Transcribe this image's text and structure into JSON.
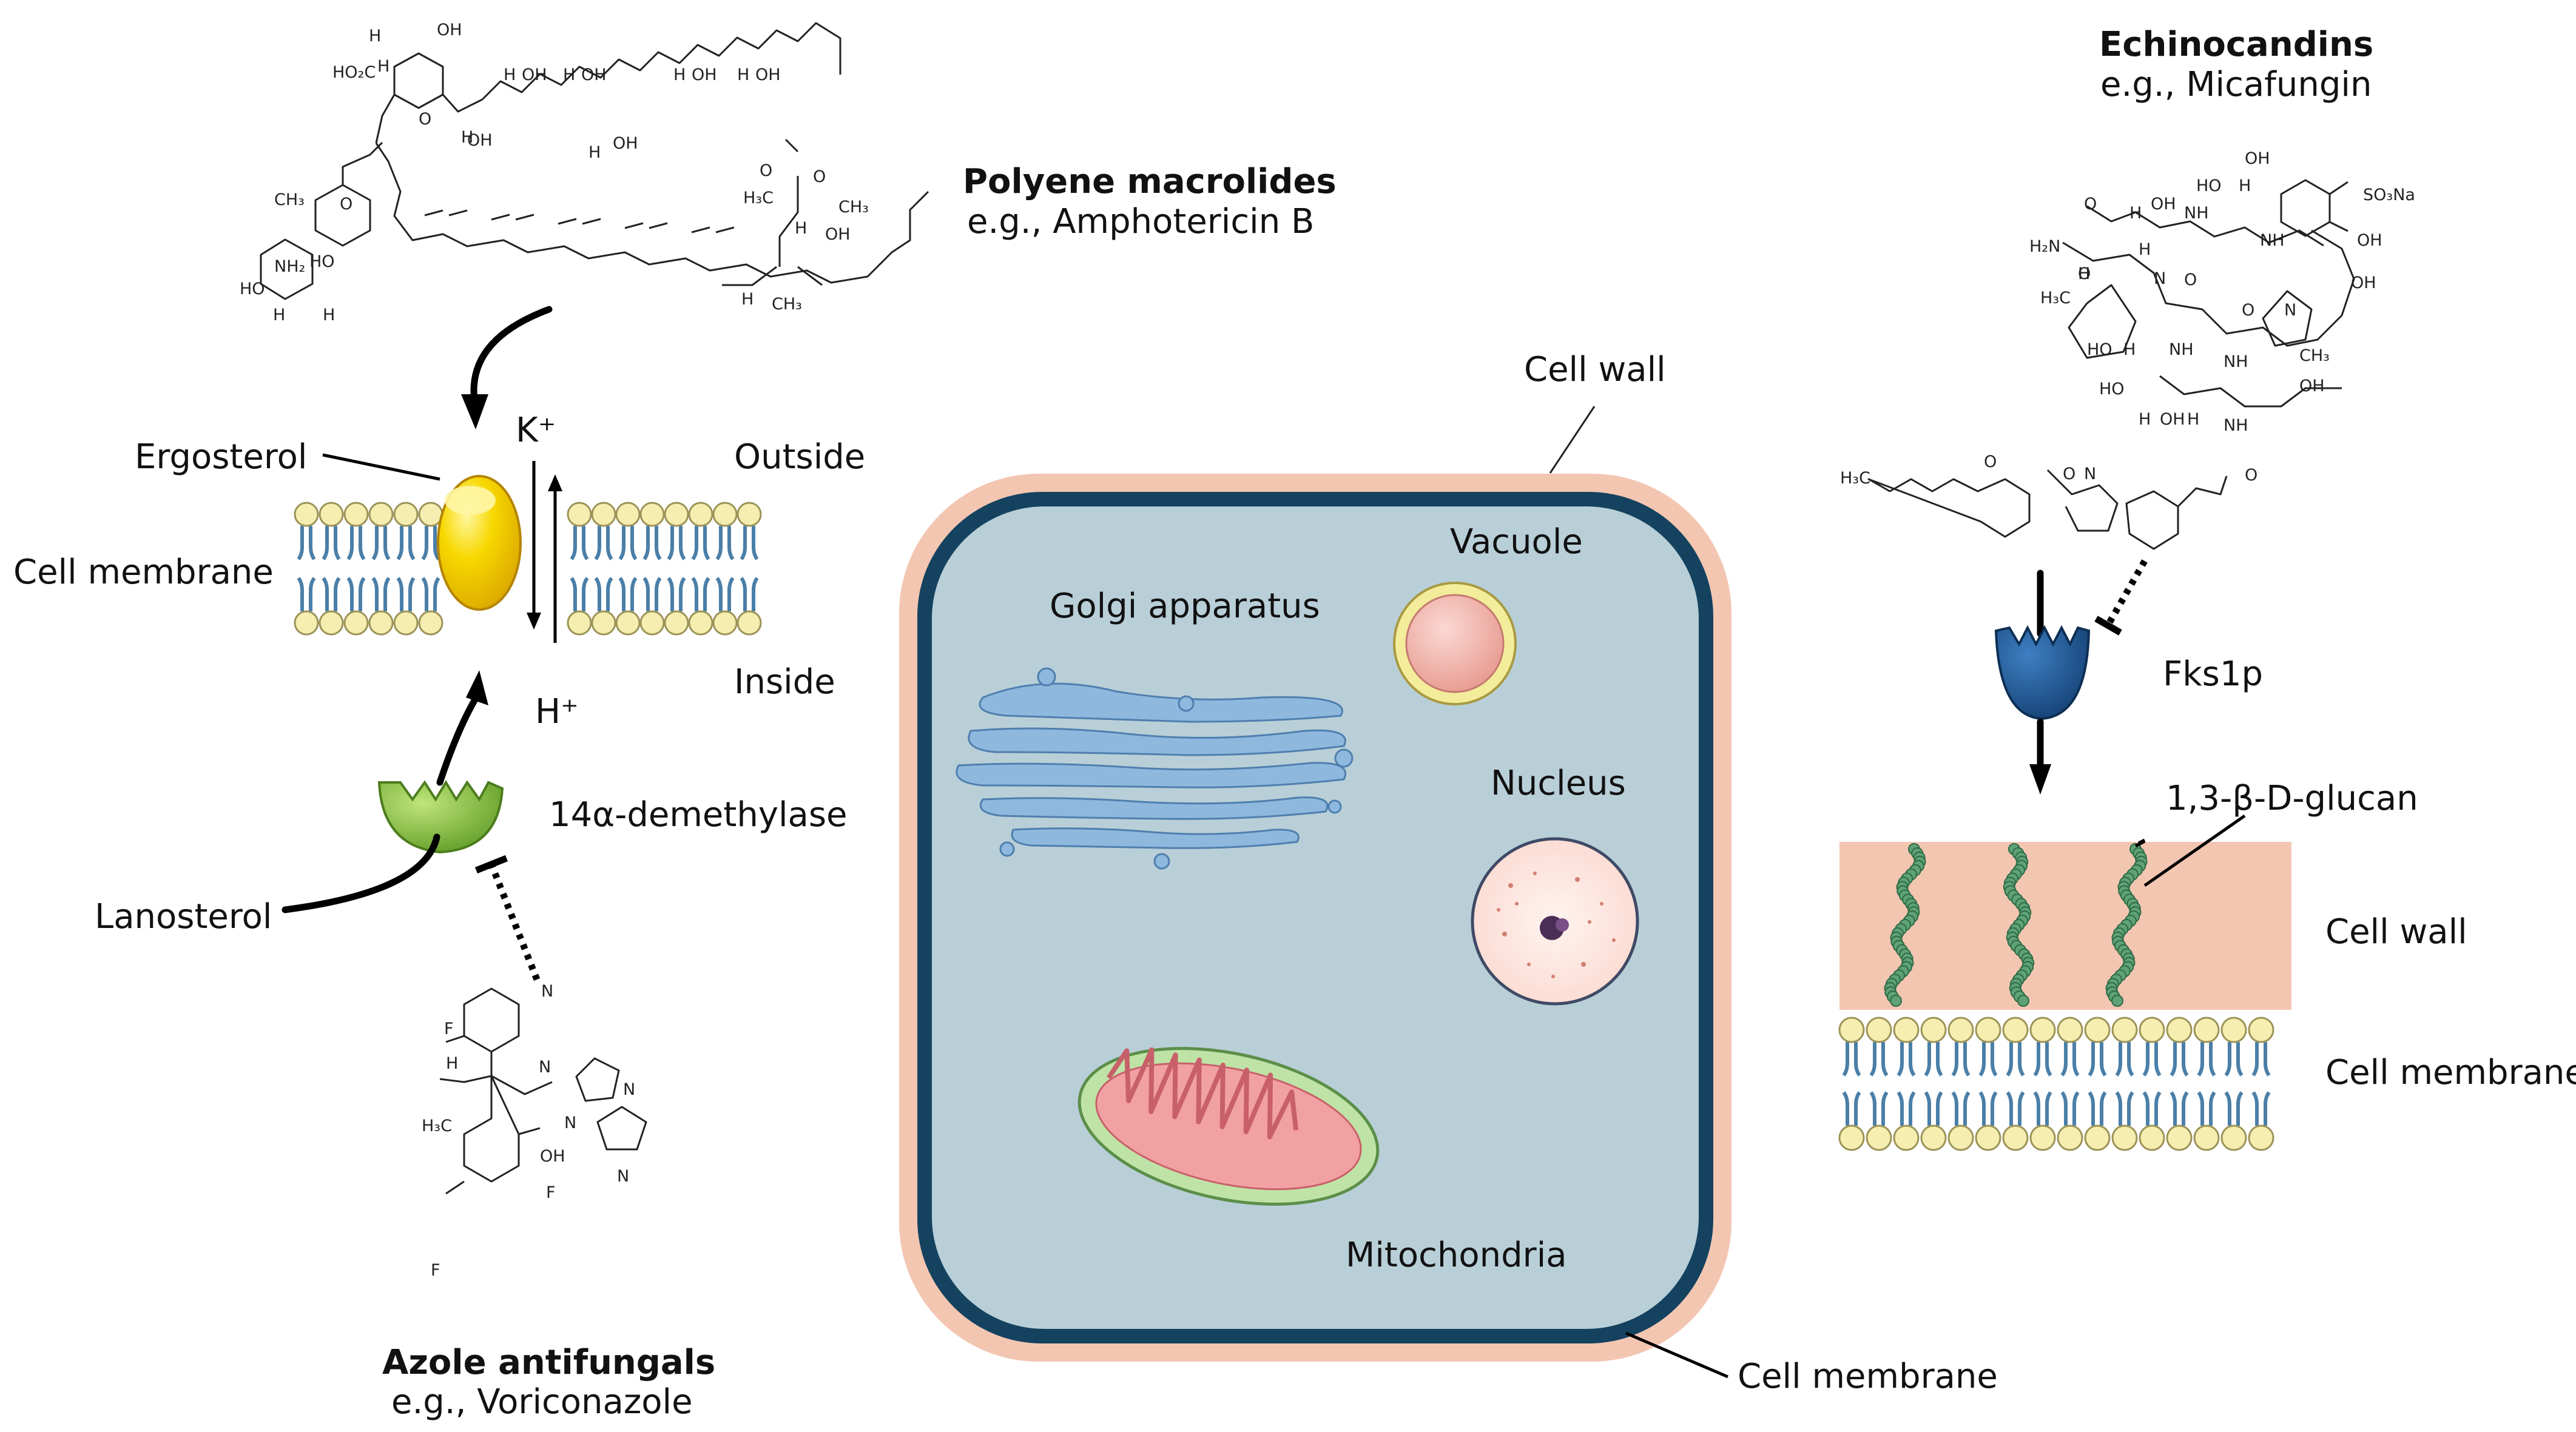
{
  "polyene": {
    "title": "Polyene macrolides",
    "example": "e.g., Amphotericin B",
    "ion_out": "K⁺",
    "ion_in": "H⁺",
    "outside": "Outside",
    "inside": "Inside",
    "ergosterol": "Ergosterol",
    "cell_membrane": "Cell membrane"
  },
  "azole": {
    "title": "Azole antifungals",
    "example": "e.g., Voriconazole",
    "enzyme": "14α-demethylase",
    "substrate": "Lanosterol"
  },
  "echinocandin": {
    "title": "Echinocandins",
    "example": "e.g., Micafungin",
    "enzyme": "Fks1p",
    "glucan": "1,3-β-D-glucan",
    "cell_wall": "Cell wall",
    "cell_membrane": "Cell membrane"
  },
  "cell": {
    "cell_wall": "Cell wall",
    "golgi": "Golgi apparatus",
    "vacuole": "Vacuole",
    "nucleus": "Nucleus",
    "mitochondria": "Mitochondria",
    "cell_membrane": "Cell membrane"
  },
  "chem_labels": {
    "amphotericin": [
      "H",
      "OH",
      "HO₂C",
      "H",
      "O",
      "H",
      "OH",
      "H",
      "OH",
      "H",
      "OH",
      "H",
      "OH",
      "H",
      "OH",
      "OH",
      "H",
      "O",
      "O",
      "O",
      "CH₃",
      "H₃C",
      "CH₃",
      "OH",
      "H",
      "NH₂",
      "HO",
      "HO",
      "H",
      "H",
      "H",
      "CH₃"
    ],
    "voriconazole": [
      "N",
      "N",
      "F",
      "H",
      "H₃C",
      "OH",
      "N",
      "N",
      "N",
      "F",
      "F"
    ],
    "micafungin": [
      "OH",
      "HO",
      "H",
      "SO₃Na",
      "OH",
      "O",
      "H₂N",
      "O",
      "OH",
      "H",
      "NH",
      "H",
      "N",
      "O",
      "NH",
      "H₃C",
      "H",
      "N",
      "OH",
      "O",
      "NH",
      "HO",
      "H",
      "NH",
      "CH₃",
      "HO",
      "H",
      "OH",
      "H",
      "OH",
      "NH",
      "H₃C",
      "O",
      "N",
      "O",
      "O"
    ]
  },
  "colors": {
    "cytoplasm": "#b9cfd8",
    "cell_membrane": "#14425f",
    "cell_wall": "#f3c6b2",
    "ergosterol": "#f7d800",
    "demethylase": "#7ab83b",
    "fks1p": "#1a5a9c",
    "glucan": "#5fa276",
    "lipid_head": "#f5eeb0",
    "lipid_tail": "#4a7fa8"
  }
}
